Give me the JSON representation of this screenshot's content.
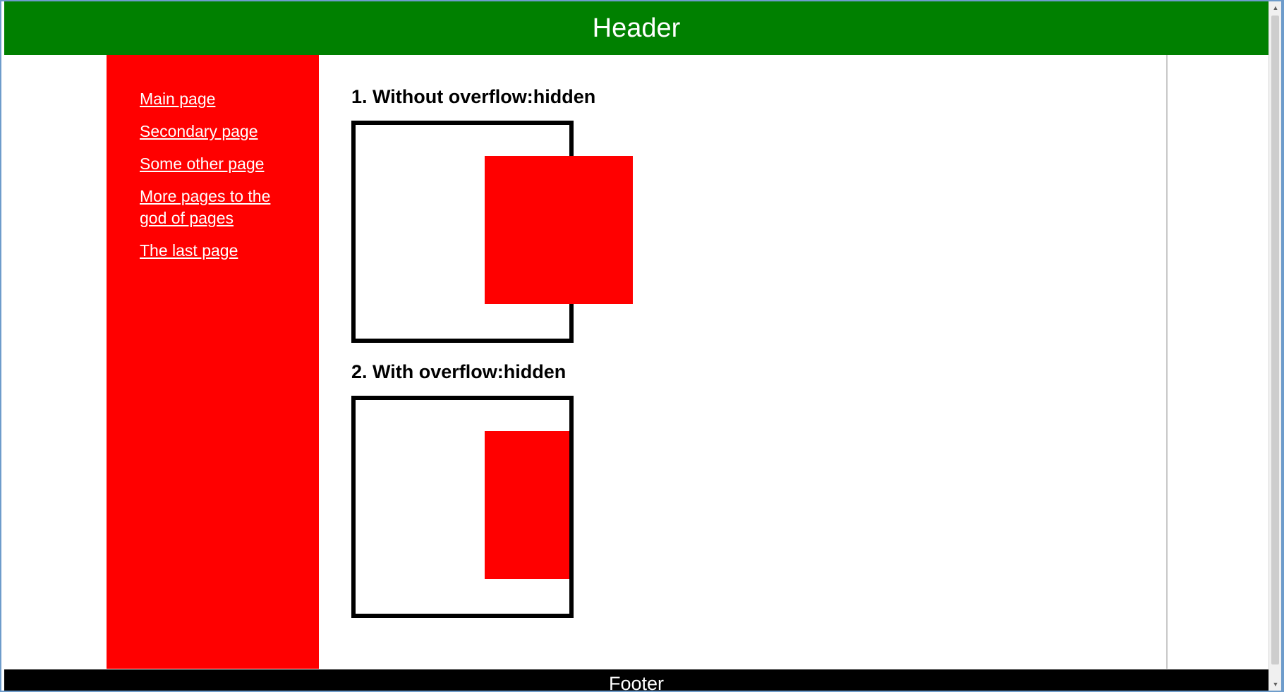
{
  "header": {
    "title": "Header"
  },
  "sidebar": {
    "items": [
      {
        "label": "Main page"
      },
      {
        "label": "Secondary page"
      },
      {
        "label": "Some other page"
      },
      {
        "label": "More pages to the god of pages"
      },
      {
        "label": "The last page"
      }
    ]
  },
  "main": {
    "section1": {
      "title": "1. Without overflow:hidden"
    },
    "section2": {
      "title": "2. With overflow:hidden"
    }
  },
  "footer": {
    "text": "Footer"
  },
  "colors": {
    "header_bg": "#008000",
    "sidebar_bg": "#ff0000",
    "footer_bg": "#000000",
    "inner_box": "#ff0000"
  }
}
